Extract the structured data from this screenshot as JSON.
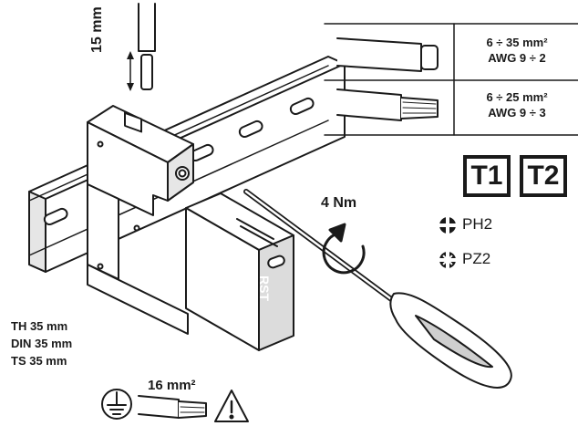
{
  "strip_length": "15 mm",
  "cable_table": {
    "rows": [
      {
        "conductor": "solid",
        "section": "6 ÷ 35 mm²",
        "awg": "AWG 9 ÷ 2"
      },
      {
        "conductor": "stranded",
        "section": "6 ÷ 25 mm²",
        "awg": "AWG 9 ÷ 3"
      }
    ]
  },
  "class_badges": [
    "T1",
    "T2"
  ],
  "torque": "4 Nm",
  "screwdriver_bits": [
    {
      "icon": "phillips-icon",
      "label": "PH2"
    },
    {
      "icon": "pozidriv-icon",
      "label": "PZ2"
    }
  ],
  "module_brand": "RST",
  "mounting_rails": [
    "TH 35 mm",
    "DIN 35 mm",
    "TS 35 mm"
  ],
  "earth_cable": {
    "section": "16 mm²"
  },
  "colors": {
    "ink": "#1a1a1a",
    "fill": "#ffffff",
    "shade": "#cfcfcf"
  }
}
